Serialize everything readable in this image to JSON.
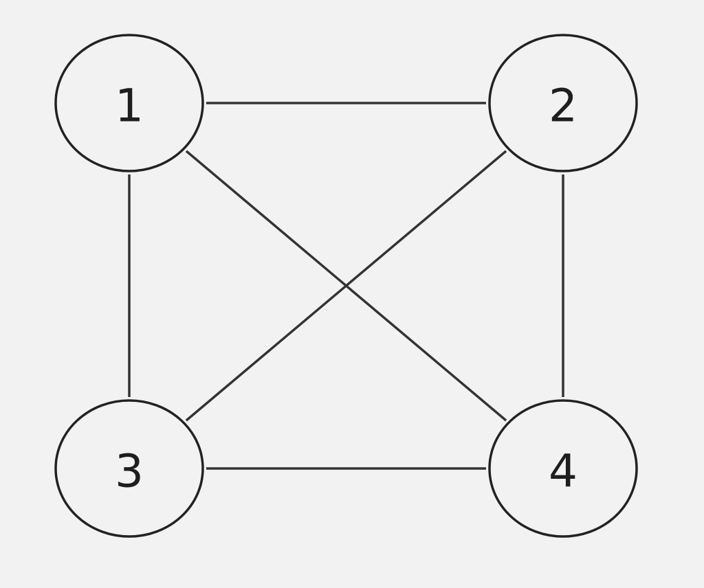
{
  "colors": {
    "background": "#f2f2f2",
    "edge": "#333333",
    "node_stroke": "#222222",
    "label": "#1e1e1e"
  },
  "graph": {
    "nodes": [
      {
        "id": "1",
        "label": "1"
      },
      {
        "id": "2",
        "label": "2"
      },
      {
        "id": "3",
        "label": "3"
      },
      {
        "id": "4",
        "label": "4"
      }
    ],
    "edges": [
      {
        "from": "1",
        "to": "2"
      },
      {
        "from": "1",
        "to": "3"
      },
      {
        "from": "1",
        "to": "4"
      },
      {
        "from": "2",
        "to": "3"
      },
      {
        "from": "2",
        "to": "4"
      },
      {
        "from": "3",
        "to": "4"
      }
    ]
  }
}
